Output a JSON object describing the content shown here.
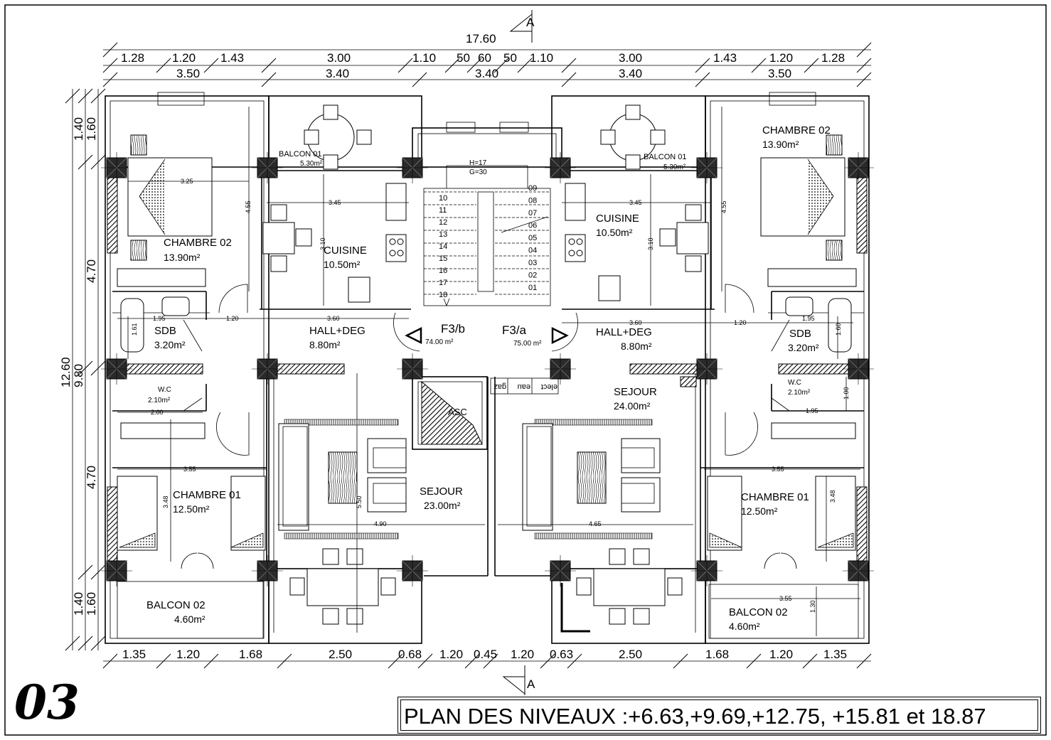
{
  "section_mark": "A",
  "dimensions": {
    "overall_width": "17.60",
    "top_row1": [
      "1.28",
      "1.20",
      "1.43",
      "3.00",
      "1.10",
      "50",
      "60",
      "50",
      "1.10",
      "3.00",
      "1.43",
      "1.20",
      "1.28"
    ],
    "top_row2": [
      "3.50",
      "3.40",
      "3.40",
      "3.40",
      "3.50"
    ],
    "bottom_row": [
      "1.35",
      "1.20",
      "1.68",
      "2.50",
      "0.68",
      "1.20",
      "0.45",
      "1.20",
      "0.63",
      "2.50",
      "1.68",
      "1.20",
      "1.35"
    ],
    "left_overall": "12.60",
    "left_inner": "9.80",
    "left_segments": [
      "1.40",
      "1.60",
      "4.70",
      "4.70",
      "1.40",
      "1.60"
    ],
    "interior": {
      "ch2_w": "3.25",
      "ch2_h": "4.55",
      "kitchen_w": "3.45",
      "kitchen_h": "3.10",
      "hall_a": "1.20",
      "hall_b": "3.60",
      "sdb_w": "1.95",
      "sdb_h": "1.61",
      "sdb_h_r": "1.60",
      "wc_w": "2.00",
      "wc_w_r": "1.95",
      "wc_h_r": "1.00",
      "ch1_w": "3.55",
      "ch1_h": "3.48",
      "sej_l_w": "4.90",
      "sej_l_h": "5.50",
      "sej_r_w": "4.65",
      "balc2_w": "3.55",
      "balc2_h": "1.30"
    }
  },
  "rooms_left": {
    "balcon01": {
      "name": "BALCON 01",
      "area": "5.30m²"
    },
    "chambre02": {
      "name": "CHAMBRE 02",
      "area": "13.90m²"
    },
    "cuisine": {
      "name": "CUISINE",
      "area": "10.50m²"
    },
    "sdb": {
      "name": "SDB",
      "area": "3.20m²"
    },
    "hall": {
      "name": "HALL+DEG",
      "area": "8.80m²"
    },
    "wc": {
      "name": "W.C",
      "area": "2.10m²"
    },
    "chambre01": {
      "name": "CHAMBRE 01",
      "area": "12.50m²"
    },
    "sejour": {
      "name": "SEJOUR",
      "area": "23.00m²"
    },
    "balcon02": {
      "name": "BALCON 02",
      "area": "4.60m²"
    }
  },
  "rooms_right": {
    "balcon01": {
      "name": "BALCON 01",
      "area": "5.30m²"
    },
    "chambre02": {
      "name": "CHAMBRE 02",
      "area": "13.90m²"
    },
    "cuisine": {
      "name": "CUISINE",
      "area": "10.50m²"
    },
    "sdb": {
      "name": "SDB",
      "area": "3.20m²"
    },
    "hall": {
      "name": "HALL+DEG",
      "area": "8.80m²"
    },
    "wc": {
      "name": "W.C",
      "area": "2.10m²"
    },
    "chambre01": {
      "name": "CHAMBRE 01",
      "area": "12.50m²"
    },
    "sejour": {
      "name": "SEJOUR",
      "area": "24.00m²"
    },
    "balcon02": {
      "name": "BALCON 02",
      "area": "4.60m²"
    }
  },
  "apartments": {
    "left": {
      "name": "F3/b",
      "area": "74.00 m²"
    },
    "right": {
      "name": "F3/a",
      "area": "75.00 m²"
    }
  },
  "stair": {
    "h": "H=17",
    "g": "G=30",
    "steps_left": [
      "10",
      "11",
      "12",
      "13",
      "14",
      "15",
      "16",
      "17",
      "18"
    ],
    "steps_right": [
      "09",
      "08",
      "07",
      "06",
      "05",
      "04",
      "03",
      "02",
      "01"
    ]
  },
  "lift": "ASC",
  "shafts": [
    "elect",
    "eau",
    "gaz"
  ],
  "plan_number": "03",
  "plan_title": "PLAN DES NIVEAUX :+6.63,+9.69,+12.75, +15.81 et 18.87"
}
